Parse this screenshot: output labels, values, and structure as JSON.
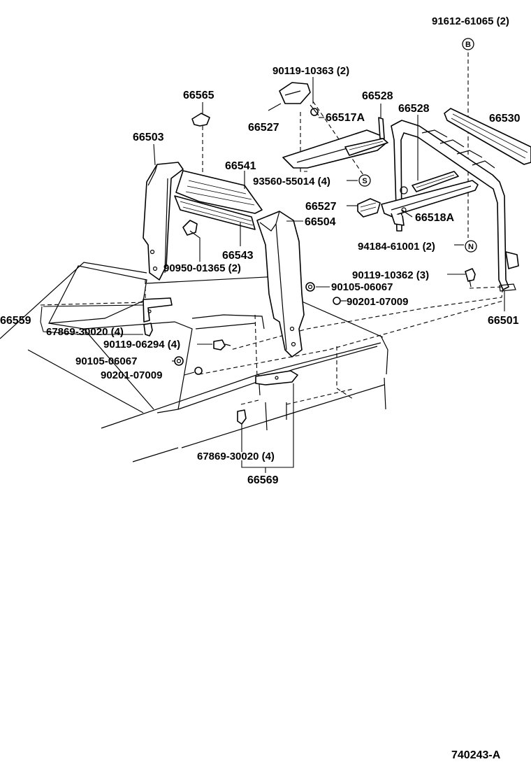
{
  "diagram": {
    "ref_code": "740243-A",
    "symbols": {
      "b": "B",
      "s": "S",
      "n": "N"
    },
    "labels": {
      "p91612": "91612-61065 (2)",
      "p90119_10363": "90119-10363 (2)",
      "p66565": "66565",
      "p66528a": "66528",
      "p66528b": "66528",
      "p66527a": "66527",
      "p66517A": "66517A",
      "p66530": "66530",
      "p66503": "66503",
      "p66541": "66541",
      "p93560": "93560-55014 (4)",
      "p66527b": "66527",
      "p66518A": "66518A",
      "p66504": "66504",
      "p66543": "66543",
      "p94184": "94184-61001 (2)",
      "p90950": "90950-01365 (2)",
      "p90119_10362": "90119-10362 (3)",
      "p90105a": "90105-06067",
      "p90201a": "90201-07009",
      "p66501": "66501",
      "p66559": "66559",
      "p67869a": "67869-30020 (4)",
      "p90119_06294": "90119-06294 (4)",
      "p90105b": "90105-06067",
      "p90201b": "90201-07009",
      "p67869b": "67869-30020 (4)",
      "p66569": "66569"
    }
  }
}
